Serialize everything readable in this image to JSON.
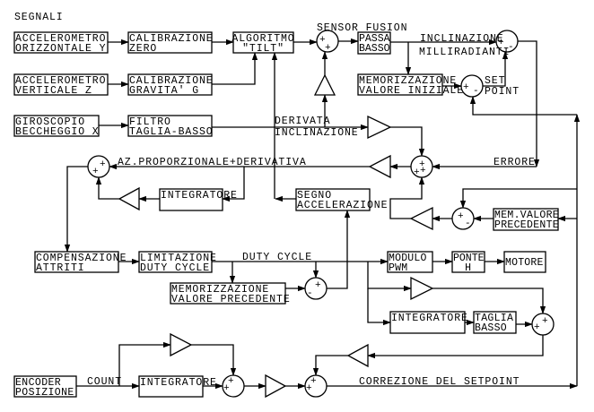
{
  "title": "SEGNALI",
  "blocks": {
    "acc_oriz": [
      "ACCELEROMETRO",
      "ORIZZONTALE Y"
    ],
    "cal_zero": [
      "CALIBRAZIONE",
      "ZERO"
    ],
    "tilt": [
      "ALGORITMO",
      "\"TILT\""
    ],
    "acc_vert": [
      "ACCELEROMETRO",
      "VERTICALE Z"
    ],
    "cal_grav": [
      "CALIBRAZIONE",
      "GRAVITA' G"
    ],
    "gyro": [
      "GIROSCOPIO",
      "BECCHEGGIO X"
    ],
    "filtro": [
      "FILTRO",
      "TAGLIA-BASSO"
    ],
    "passa_basso": [
      "PASSA",
      "BASSO"
    ],
    "mem_iniz": [
      "MEMORIZZAZIONE",
      "VALORE INIZIALE"
    ],
    "integ1": [
      "INTEGRATORE"
    ],
    "segno": [
      "SEGNO",
      "ACCELERAZIONE"
    ],
    "mem_val_r": [
      "MEM.VALORE",
      "PRECEDENTE"
    ],
    "comp": [
      "COMPENSAZIONE",
      "ATTRITI"
    ],
    "limit": [
      "LIMITAZIONE",
      "DUTY CYCLE"
    ],
    "mem_val_prec": [
      "MEMORIZZAZIONE",
      "VALORE PRECEDENTE"
    ],
    "pwm": [
      "MODULO",
      "PWM"
    ],
    "ponte": [
      "PONTE",
      "H"
    ],
    "motore": [
      "MOTORE"
    ],
    "integ2": [
      "INTEGRATORE"
    ],
    "taglia": [
      "TAGLIA",
      "BASSO"
    ],
    "encoder": [
      "ENCODER",
      "POSIZIONE"
    ],
    "integ3": [
      "INTEGRATORE"
    ]
  },
  "labels": {
    "sensor_fusion": "SENSOR FUSION",
    "inclinazione": "INCLINAZIONE",
    "milliradianti": "MILLIRADIANTI",
    "set": "SET",
    "point": "POINT",
    "derivata": "DERIVATA",
    "derivata_incl": "INCLINAZIONE",
    "az_prop_der": "AZ.PROPORZIONALE+DERIVATIVA",
    "errore": "ERRORE",
    "duty_cycle": "DUTY CYCLE",
    "count": "COUNT",
    "correzione": "CORREZIONE DEL SETPOINT"
  },
  "sums": {
    "s1": [
      "+",
      "+"
    ],
    "s2": [
      "+",
      "-"
    ],
    "s3": [
      "+",
      "-"
    ],
    "s4": [
      "+",
      "+",
      "+"
    ],
    "s5": [
      "+",
      "+"
    ],
    "s6": [
      "+",
      "-"
    ],
    "s7": [
      "+",
      "-"
    ],
    "s8": [
      "+",
      "+"
    ],
    "s9": [
      "+",
      "+"
    ],
    "s10": [
      "+",
      "+"
    ]
  }
}
